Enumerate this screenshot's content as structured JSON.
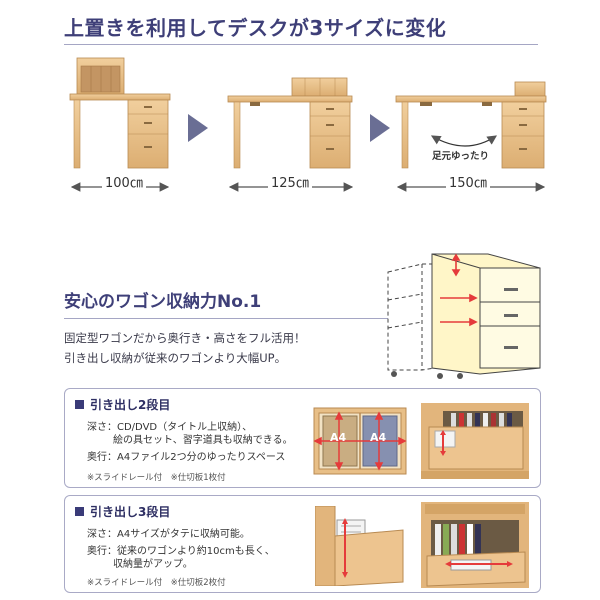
{
  "section1": {
    "title": "上置きを利用してデスクが3サイズに変化",
    "sizes": [
      "100㎝",
      "125㎝",
      "150㎝"
    ],
    "callout": "足元ゆったり"
  },
  "section2": {
    "title": "安心のワゴン収納力No.1",
    "intro": [
      "固定型ワゴンだから奥行き・高さをフル活用！",
      "引き出し収納が従来のワゴンより大幅UP。"
    ]
  },
  "box1": {
    "heading": "引き出し2段目",
    "depth_key": "深さ：",
    "depth_line1": "CD/DVD（タイトル上収納）、",
    "depth_line2": "絵の具セット、習字道具も収納できる。",
    "width_key": "奥行：",
    "width_line1": "A4ファイル2つ分のゆったりスペース",
    "notes": "※スライドレール付　※仕切板1枚付",
    "a4_label_1": "A4",
    "a4_label_2": "A4"
  },
  "box2": {
    "heading": "引き出し3段目",
    "depth_key": "深さ：",
    "depth_line1": "A4サイズがタテに収納可能。",
    "width_key": "奥行：",
    "width_line1": "従来のワゴンより約10cmも長く、",
    "width_line2": "収納量がアップ。",
    "notes": "※スライドレール付　※仕切板2枚付"
  },
  "colors": {
    "heading": "#3e3f78",
    "wood": "#e8bf87",
    "wood_dark": "#c99a5e",
    "arrow": "#6a6e94",
    "red_arrow": "#e53b3b",
    "cream": "#fff6c8"
  }
}
